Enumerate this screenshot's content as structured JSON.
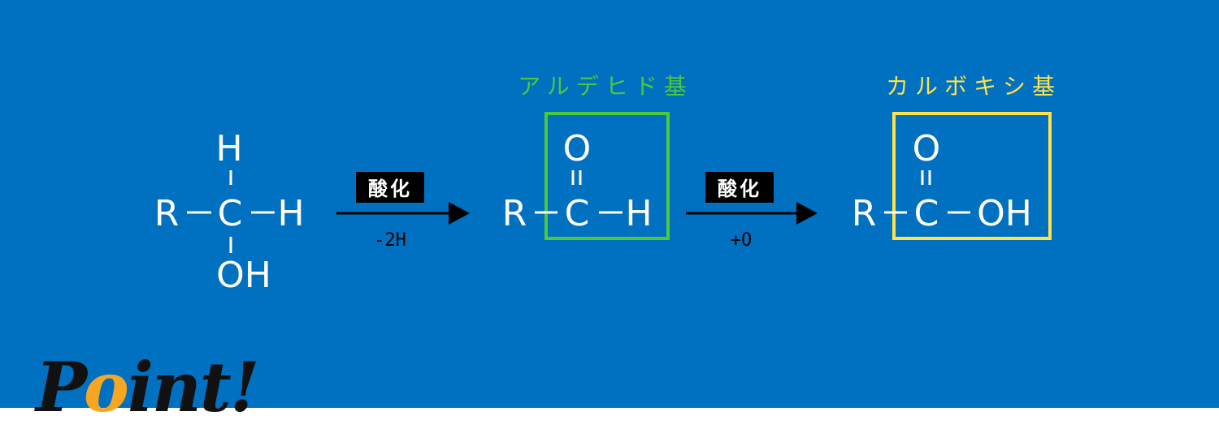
{
  "colors": {
    "background": "#0070C0",
    "atom": "#ffffff",
    "arrow": "#000000",
    "aldehyde_box": "#4CC93A",
    "carboxyl_box": "#FFE14A",
    "point_accent": "#F5A623"
  },
  "molecules": {
    "alcohol": {
      "r": "R",
      "h_top": "H",
      "c": "C",
      "h_right": "H",
      "oh_bottom": "OH"
    },
    "aldehyde": {
      "r": "R",
      "o": "O",
      "c": "C",
      "h": "H"
    },
    "carboxylic_acid": {
      "r": "R",
      "o": "O",
      "c": "C",
      "oh": "OH"
    }
  },
  "reactions": [
    {
      "label": "酸化",
      "condition": "-2H"
    },
    {
      "label": "酸化",
      "condition": "+O"
    }
  ],
  "groups": {
    "aldehyde": "アルデヒド基",
    "carboxyl": "カルボキシ基"
  },
  "point": {
    "before": "P",
    "accent": "o",
    "after": "int!"
  }
}
